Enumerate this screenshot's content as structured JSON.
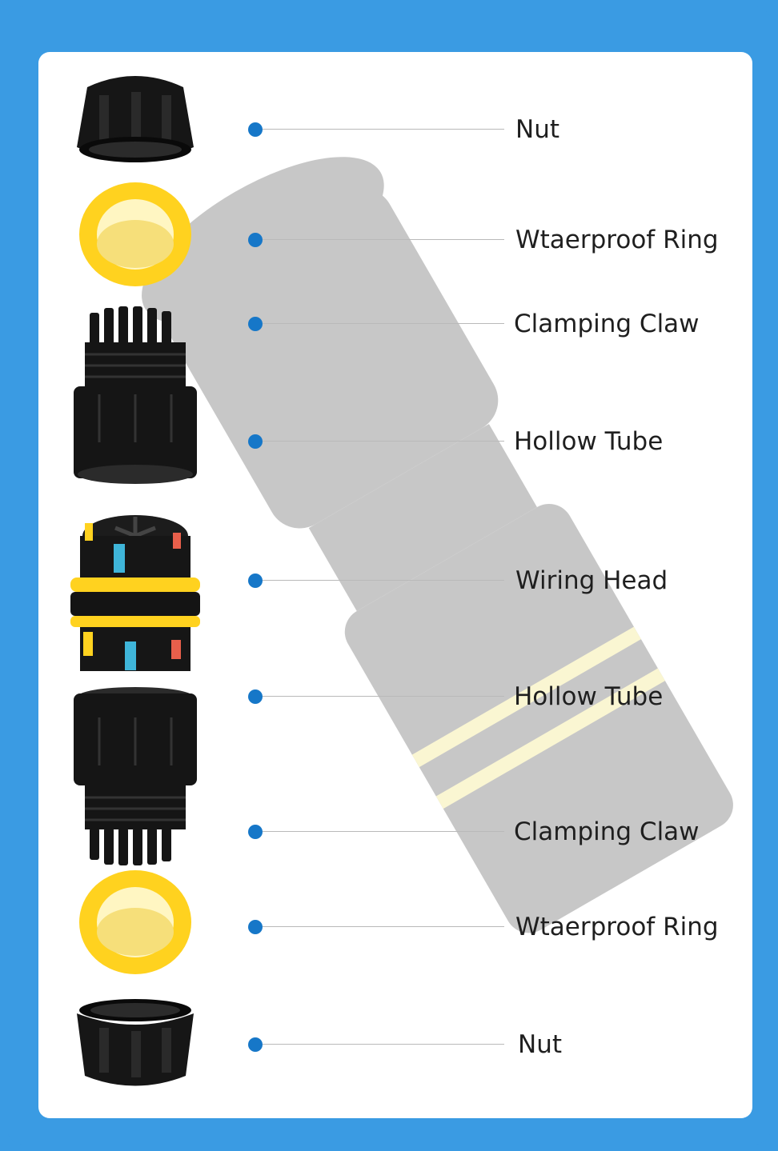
{
  "parts": [
    {
      "label": "Nut",
      "icon": "nut-icon"
    },
    {
      "label": "Wtaerproof Ring",
      "icon": "waterproof-ring-icon"
    },
    {
      "label": "Clamping Claw",
      "icon": "clamping-claw-icon"
    },
    {
      "label": "Hollow Tube",
      "icon": "hollow-tube-icon"
    },
    {
      "label": "Wiring Head",
      "icon": "wiring-head-icon"
    },
    {
      "label": "Hollow Tube",
      "icon": "hollow-tube-icon"
    },
    {
      "label": "Clamping Claw",
      "icon": "clamping-claw-icon"
    },
    {
      "label": "Wtaerproof Ring",
      "icon": "waterproof-ring-icon"
    },
    {
      "label": "Nut",
      "icon": "nut-icon"
    }
  ],
  "colors": {
    "frame": "#3a9be3",
    "panel": "#ffffff",
    "dot": "#1677c8",
    "ring": "#ffd21f",
    "part": "#141414"
  }
}
